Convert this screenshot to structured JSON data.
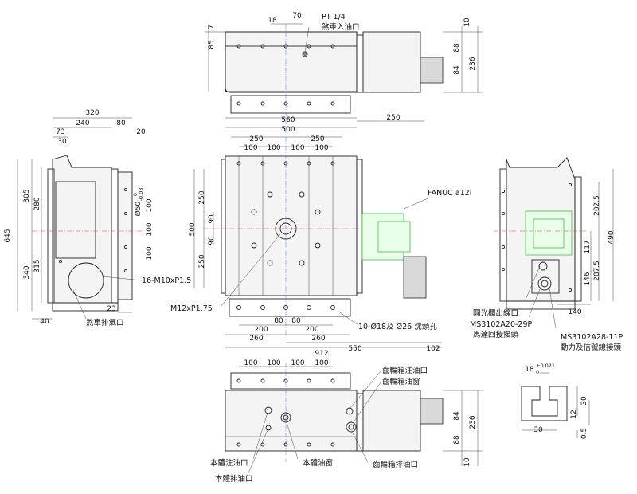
{
  "top_view": {
    "dims": {
      "d7": "7",
      "d85": "85",
      "d18": "18",
      "d70": "70",
      "d10": "10",
      "d88": "88",
      "d84": "84",
      "d236": "236"
    },
    "labels": {
      "pt": "PT 1/4",
      "brake_oil_in": "煞車入油口"
    }
  },
  "left_view": {
    "dims": {
      "d320": "320",
      "d240": "240",
      "d80": "80",
      "d20": "20",
      "d73": "73",
      "d30": "30",
      "d645": "645",
      "d305": "305",
      "d280": "280",
      "d340": "340",
      "d315": "315",
      "d100a": "100",
      "d100b": "100",
      "d100c": "100",
      "d40": "40",
      "d23": "23",
      "d50": "Ø50"
    },
    "tol": {
      "upper": "0",
      "lower": "-0.03"
    },
    "labels": {
      "screw": "16-M10xP1.5",
      "brake_vent": "煞車排氣口"
    }
  },
  "front_view": {
    "dims": {
      "d560": "560",
      "d500": "500",
      "d250_left": "250",
      "d250_right": "250",
      "d250_side": "250",
      "p100_1": "100",
      "p100_2": "100",
      "p100_3": "100",
      "p100_4": "100",
      "v250_top": "250",
      "v90_a": "90",
      "v90_b": "90",
      "v500": "500",
      "v250_bot": "250",
      "d200_left": "200",
      "d80_left": "80",
      "d80_right": "80",
      "d200_right": "200",
      "d260_left": "260",
      "d260_right": "260",
      "d912": "912",
      "d550": "550",
      "d102": "102"
    },
    "labels": {
      "fanuc": "FANUC a12i",
      "m12": "M12xP1.75",
      "holes": "10-Ø18及 Ø26 沈頭孔"
    }
  },
  "right_view": {
    "dims": {
      "d202_5": "202.5",
      "d490": "490",
      "d117": "117",
      "d287_5": "287.5",
      "d146": "146",
      "d140": "140"
    },
    "labels": {
      "cable_out": "圓光欄出線口",
      "ms1": "MS3102A20-29P",
      "ms1_desc": "馬達回授接頭",
      "ms2": "MS3102A28-11P",
      "ms2_desc": "動力及信號線接頭"
    }
  },
  "bottom_view": {
    "dims": {
      "p100_1": "100",
      "p100_2": "100",
      "p100_3": "100",
      "p100_4": "100",
      "d84": "84",
      "d236": "236",
      "d88": "88",
      "d10": "10"
    },
    "labels": {
      "gear_oil_in": "齒輪箱注油口",
      "gear_oil_win": "齒輪箱油窗",
      "body_oil_in": "本體注油口",
      "body_oil_win": "本體油窗",
      "body_oil_out": "本體排油口",
      "gear_oil_out": "齒輪箱排油口"
    }
  },
  "tslot_detail": {
    "dims": {
      "d18": "18",
      "d30a": "30",
      "d12": "12",
      "d30b": "30",
      "d0_5": "0.5"
    },
    "tol": {
      "upper": "+0.021",
      "lower": "0"
    }
  }
}
